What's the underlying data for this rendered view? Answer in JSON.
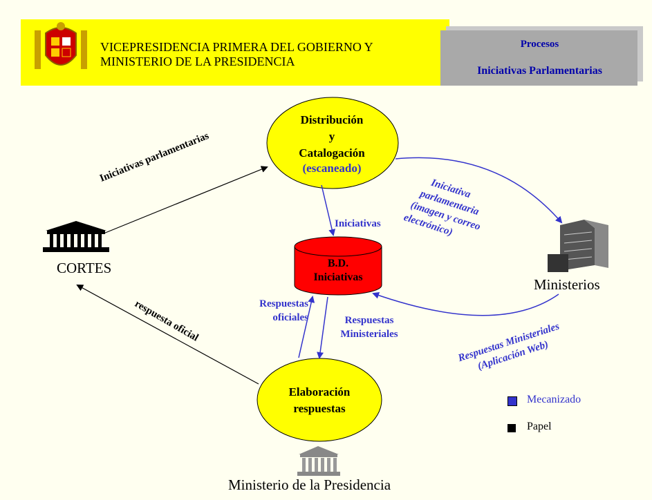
{
  "header": {
    "title_line1": "VICEPRESIDENCIA PRIMERA DEL GOBIERNO Y",
    "title_line2": "MINISTERIO DE LA PRESIDENCIA",
    "process_label": "Procesos",
    "process_name": "Iniciativas Parlamentarias"
  },
  "nodes": {
    "distribucion": [
      "Distribución",
      "y",
      "Catalogación"
    ],
    "escaneado": "(escaneado)",
    "database": [
      "B.D.",
      "Iniciativas"
    ],
    "elaboracion": [
      "Elaboración",
      "respuestas"
    ],
    "cortes": "CORTES",
    "ministerios": "Ministerios",
    "presidencia": "Ministerio de la Presidencia"
  },
  "edges": {
    "iniciativas_parlamentarias": "Iniciativas parlamentarias",
    "iniciativas": "Iniciativas",
    "iniciativa_parlamentaria": [
      "Iniciativa",
      "parlamentaria",
      "(imagen y correo",
      "electrónico)"
    ],
    "respuestas_ministeriales_web": [
      "Respuestas Ministeriales",
      "(Aplicación Web)"
    ],
    "respuestas_oficiales": [
      "Respuestas",
      "oficiales"
    ],
    "respuestas_ministeriales": [
      "Respuestas",
      "Ministeriales"
    ],
    "respuesta_oficial": "respuesta oficial"
  },
  "legend": {
    "mecanizado": "Mecanizado",
    "papel": "Papel"
  },
  "colors": {
    "background": "#fffff0",
    "header_band": "#ffff00",
    "ellipse": "#ffff00",
    "database": "#ff0000",
    "mechanized": "#3333cc",
    "paper": "#000000",
    "process_box": "#a9a9a9"
  },
  "icons": [
    "spain-coat-of-arms-icon",
    "parliament-building-icon",
    "office-building-icon",
    "government-building-icon"
  ]
}
